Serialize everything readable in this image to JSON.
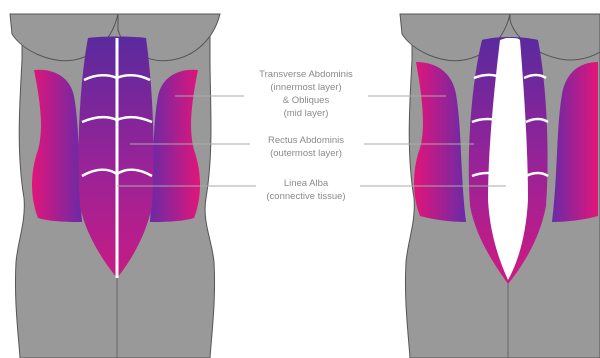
{
  "figure": {
    "labels": [
      {
        "id": "transverse-obliques",
        "lines": [
          "Transverse Abdominis",
          "(innermost layer)",
          "& Obliques",
          "(mid layer)"
        ]
      },
      {
        "id": "rectus",
        "lines": [
          "Rectus Abdominis",
          "(outermost layer)"
        ]
      },
      {
        "id": "linea-alba",
        "lines": [
          "Linea Alba",
          "(connective tissue)"
        ]
      }
    ],
    "colors": {
      "body": "#999999",
      "body_outline": "#555555",
      "muscle_pink": "#e2157a",
      "muscle_purple": "#6a2aa6",
      "connective": "#ffffff",
      "leader_line": "#aaaaaa",
      "label_text": "#8a8a8a"
    }
  }
}
